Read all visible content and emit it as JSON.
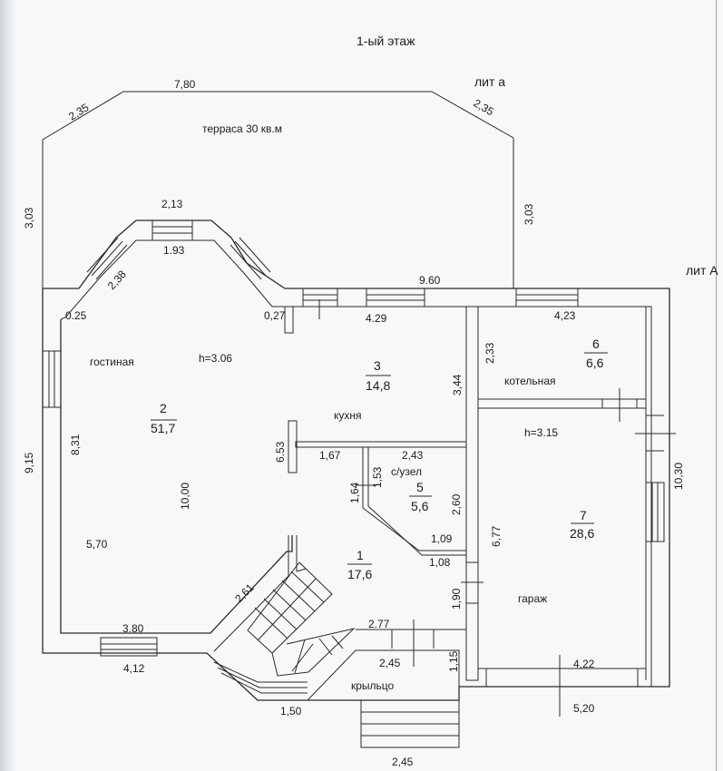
{
  "title": "1-ый этаж",
  "labels": {
    "lit_a_small": "лит а",
    "lit_a_big": "лит А",
    "terrace": "терраса 30 кв.м"
  },
  "rooms": [
    {
      "number": "1",
      "area": "17,6",
      "name": ""
    },
    {
      "number": "2",
      "area": "51,7",
      "name": "гостиная",
      "height": "h=3.06"
    },
    {
      "number": "3",
      "area": "14,8",
      "name": "кухня"
    },
    {
      "number": "5",
      "area": "5,6",
      "name": "с/узел"
    },
    {
      "number": "6",
      "area": "6,6",
      "name": "котельная"
    },
    {
      "number": "7",
      "area": "28,6",
      "name": "гараж",
      "height": "h=3.15"
    },
    {
      "number": "",
      "area": "",
      "name": "крыльцо"
    }
  ],
  "dimensions": {
    "terrace_top": "7,80",
    "terrace_left_diag": "2,35",
    "terrace_right_diag": "2,35",
    "terrace_left": "3,03",
    "terrace_right": "3,03",
    "bay_top_outer": "2,13",
    "bay_top_inner": "1.93",
    "bay_diag": "2,38",
    "bay_left_stub": "0.25",
    "bay_right_stub": "0,27",
    "front_total": "9.60",
    "kitchen_top": "4.29",
    "boiler_top": "4,23",
    "boiler_left": "2,33",
    "kitchen_right": "3,44",
    "left_outer": "9,15",
    "living_left": "8,31",
    "living_inner": "6.53",
    "living_mid": "10,00",
    "living_low": "5,70",
    "kitchen_bottom_left": "1,67",
    "wc_top": "2,43",
    "wc_left_a": "1,53",
    "wc_left_b": "1,64",
    "wc_right": "2,60",
    "wc_bottom": "1,09",
    "hall_top": "1,08",
    "hall_right": "1,90",
    "garage_left": "6,77",
    "garage_right": "10,30",
    "garage_bottom_inner": "4,22",
    "garage_bottom_outer": "5,20",
    "stair_diag": "2,61",
    "living_bottom_inner": "3.80",
    "living_bottom_outer": "4,12",
    "porch_bottom": "1,50",
    "porch_top": "2.77",
    "porch_mid": "2,45",
    "porch_side": "1,15",
    "steps_width": "2,45"
  }
}
